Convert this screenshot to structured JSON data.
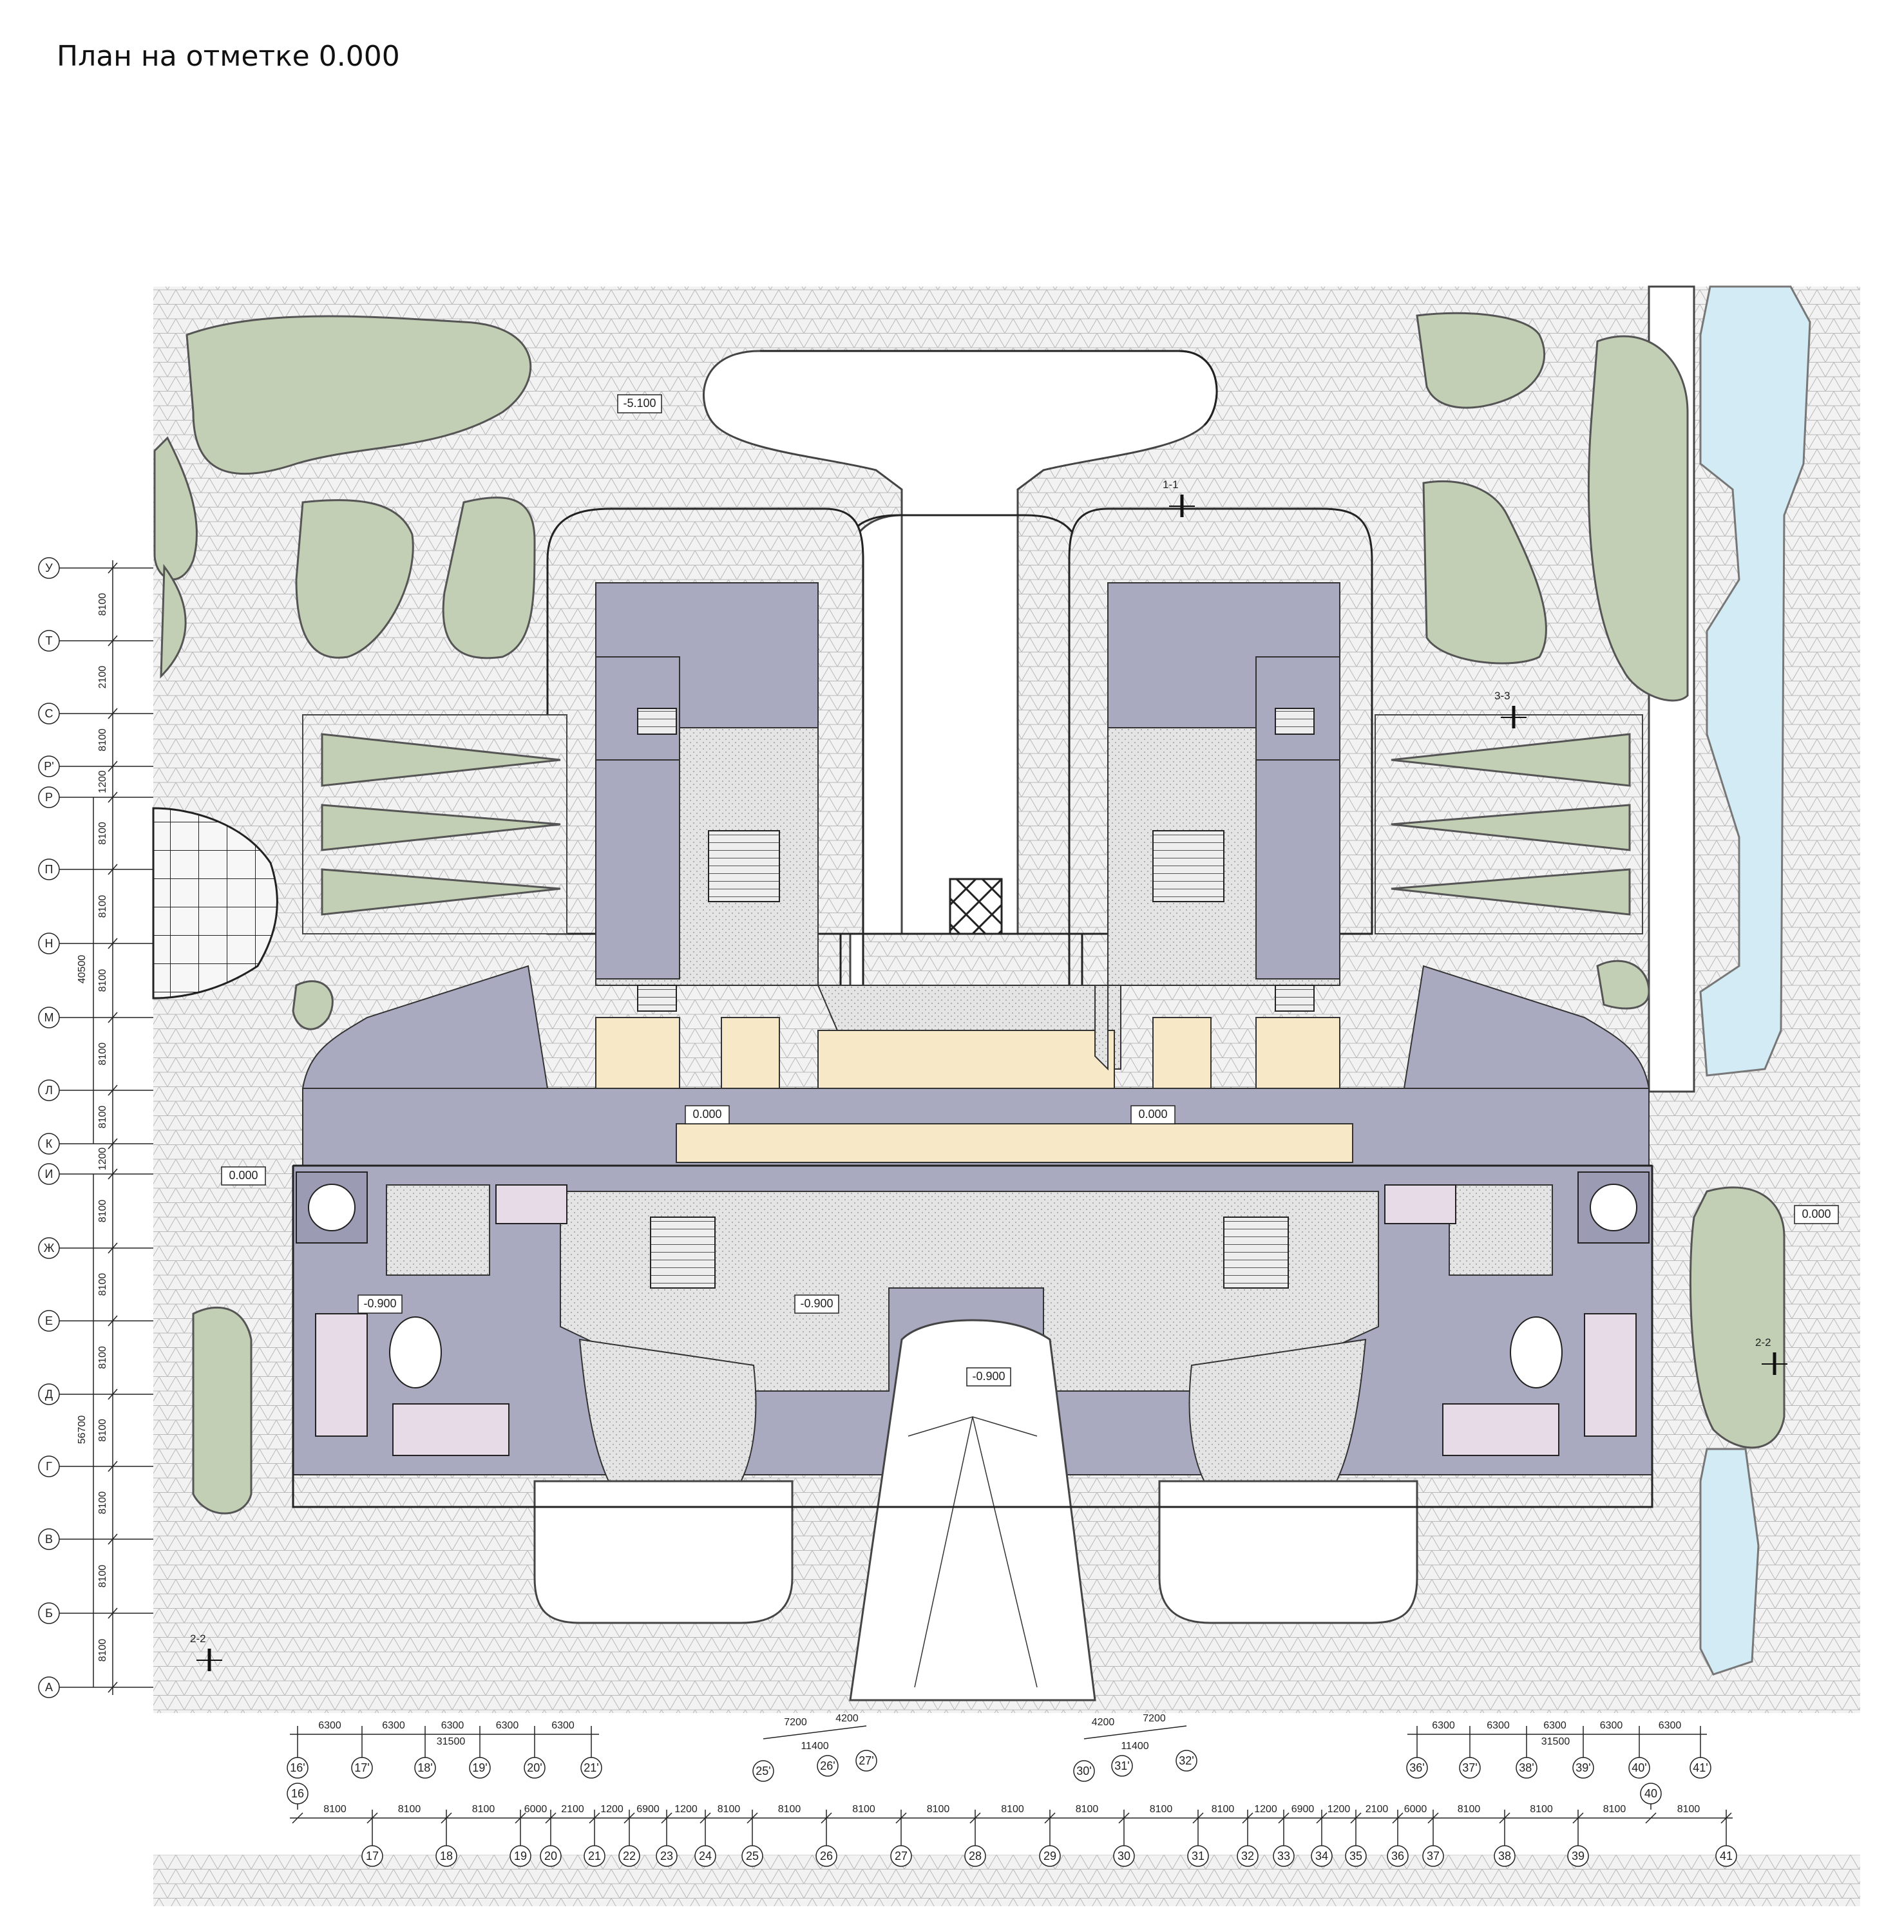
{
  "title": "План на отметке 0.000",
  "colors": {
    "building": "#a9a9c0",
    "retail": "#f7e9c8",
    "lawn": "#c3cfb4",
    "water": "#d3ebf5"
  },
  "level_marks": [
    {
      "text": "-5.100"
    },
    {
      "text": "0.000"
    },
    {
      "text": "0.000"
    },
    {
      "text": "0.000"
    },
    {
      "text": "0.000"
    },
    {
      "text": "-0.900"
    },
    {
      "text": "-0.900"
    },
    {
      "text": "-0.900"
    }
  ],
  "section_marks": [
    "1-1",
    "3-3",
    "2-2",
    "2-2"
  ],
  "row_axes": [
    "У",
    "Т",
    "С",
    "Р'",
    "Р",
    "П",
    "Н",
    "М",
    "Л",
    "К",
    "И",
    "Ж",
    "Е",
    "Д",
    "Г",
    "В",
    "Б",
    "А"
  ],
  "row_dims": [
    "8100",
    "2100",
    "8100",
    "1200",
    "8100",
    "8100",
    "8100",
    "8100",
    "8100",
    "1200",
    "8100",
    "8100",
    "8100",
    "8100",
    "8100",
    "8100",
    "8100"
  ],
  "row_totals": [
    "40500",
    "56700"
  ],
  "col_axes_bottom": [
    "16",
    "17",
    "18",
    "19",
    "20",
    "21",
    "22",
    "23",
    "24",
    "25",
    "26",
    "27",
    "28",
    "29",
    "30",
    "31",
    "32",
    "33",
    "34",
    "35",
    "36",
    "37",
    "38",
    "39",
    "40",
    "41"
  ],
  "col_dims_bottom": [
    "8100",
    "8100",
    "8100",
    "6000",
    "2100",
    "1200",
    "6900",
    "1200",
    "8100",
    "8100",
    "8100",
    "8100",
    "8100",
    "8100",
    "8100",
    "8100",
    "1200",
    "6900",
    "1200",
    "2100",
    "6000",
    "8100",
    "8100",
    "8100",
    "8100"
  ],
  "col_axes_prime_left": [
    "16'",
    "17'",
    "18'",
    "19'",
    "20'",
    "21'"
  ],
  "col_axes_prime_right": [
    "36'",
    "37'",
    "38'",
    "39'",
    "40'",
    "41'"
  ],
  "prime_dims": [
    "6300",
    "6300",
    "6300",
    "6300",
    "6300"
  ],
  "prime_total": "31500",
  "mid_axes_left": [
    "25'",
    "26'",
    "27'"
  ],
  "mid_dims_left": [
    "7200",
    "4200"
  ],
  "mid_axes_right": [
    "30'",
    "31'",
    "32'"
  ],
  "mid_dims_right": [
    "4200",
    "7200"
  ],
  "mid_total": "11400"
}
